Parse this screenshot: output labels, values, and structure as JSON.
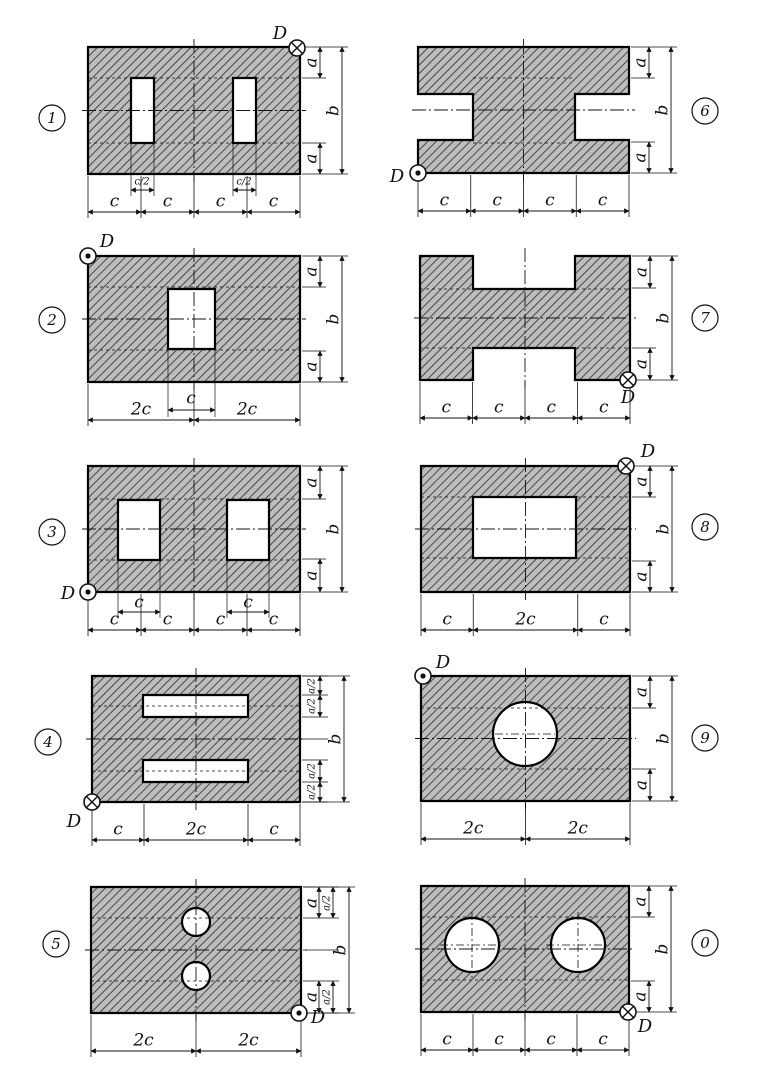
{
  "figures": [
    {
      "number": "1",
      "dims": {
        "a_top": "a",
        "b": "b",
        "a_bot": "a",
        "bottom": [
          "c",
          "c",
          "c",
          "c"
        ],
        "small": [
          "c/2",
          "c/2"
        ]
      },
      "point": "D",
      "marker": "cross"
    },
    {
      "number": "2",
      "dims": {
        "a_top": "a",
        "b": "b",
        "a_bot": "a",
        "bottom": [
          "2c",
          "2c"
        ],
        "small": [
          "c"
        ]
      },
      "point": "D",
      "marker": "dot"
    },
    {
      "number": "3",
      "dims": {
        "a_top": "a",
        "b": "b",
        "a_bot": "a",
        "bottom": [
          "c",
          "c",
          "c",
          "c"
        ],
        "small": [
          "c",
          "c"
        ]
      },
      "point": "D",
      "marker": "dot"
    },
    {
      "number": "4",
      "dims": {
        "halves": [
          "a/2",
          "a/2",
          "a/2",
          "a/2"
        ],
        "b": "b",
        "bottom": [
          "c",
          "2c",
          "c"
        ]
      },
      "point": "D",
      "marker": "cross"
    },
    {
      "number": "5",
      "dims": {
        "a_top": "a",
        "a_half_top": "a/2",
        "b": "b",
        "a_bot": "a",
        "a_half_bot": "a/2",
        "bottom": [
          "2c",
          "2c"
        ]
      },
      "point": "D",
      "marker": "dot"
    },
    {
      "number": "6",
      "dims": {
        "a_top": "a",
        "b": "b",
        "a_bot": "a",
        "bottom": [
          "c",
          "c",
          "c",
          "c"
        ]
      },
      "point": "D",
      "marker": "dot"
    },
    {
      "number": "7",
      "dims": {
        "a_top": "a",
        "b": "b",
        "a_bot": "a",
        "bottom": [
          "c",
          "c",
          "c",
          "c"
        ]
      },
      "point": "D",
      "marker": "cross"
    },
    {
      "number": "8",
      "dims": {
        "a_top": "a",
        "b": "b",
        "a_bot": "a",
        "bottom": [
          "c",
          "2c",
          "c"
        ]
      },
      "point": "D",
      "marker": "cross"
    },
    {
      "number": "9",
      "dims": {
        "a_top": "a",
        "b": "b",
        "a_bot": "a",
        "bottom": [
          "2c",
          "2c"
        ]
      },
      "point": "D",
      "marker": "dot"
    },
    {
      "number": "0",
      "dims": {
        "a_top": "a",
        "b": "b",
        "a_bot": "a",
        "bottom": [
          "c",
          "c",
          "c",
          "c"
        ]
      },
      "point": "D",
      "marker": "cross"
    }
  ]
}
